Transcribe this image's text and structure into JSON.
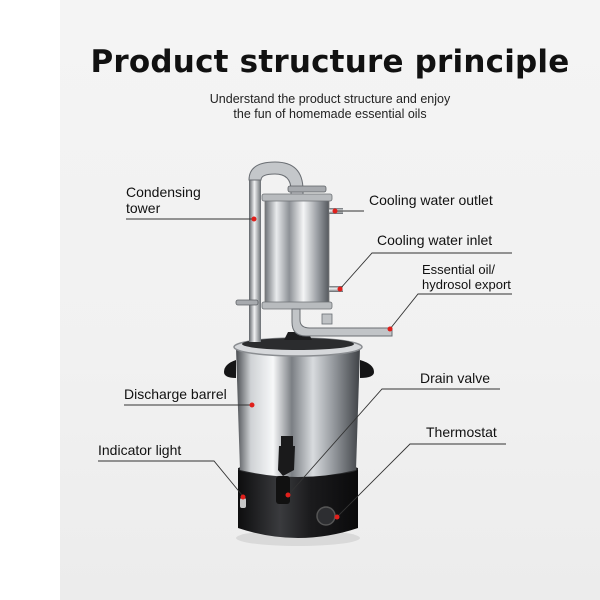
{
  "header": {
    "title": "Product structure principle",
    "subtitle_line1": "Understand the product structure and enjoy",
    "subtitle_line2": "the fun of homemade essential oils"
  },
  "labels": {
    "condensing_tower_line1": "Condensing",
    "condensing_tower_line2": "tower",
    "cooling_water_outlet": "Cooling water outlet",
    "cooling_water_inlet": "Cooling water inlet",
    "essential_oil_line1": "Essential oil/",
    "essential_oil_line2": "hydrosol export",
    "discharge_barrel": "Discharge barrel",
    "drain_valve": "Drain valve",
    "indicator_light": "Indicator light",
    "thermostat": "Thermostat"
  },
  "colors": {
    "marker": "#e0201c",
    "steel": "#b9bcc0",
    "base": "#1c1c1e",
    "panel": "#f2f2f2"
  }
}
